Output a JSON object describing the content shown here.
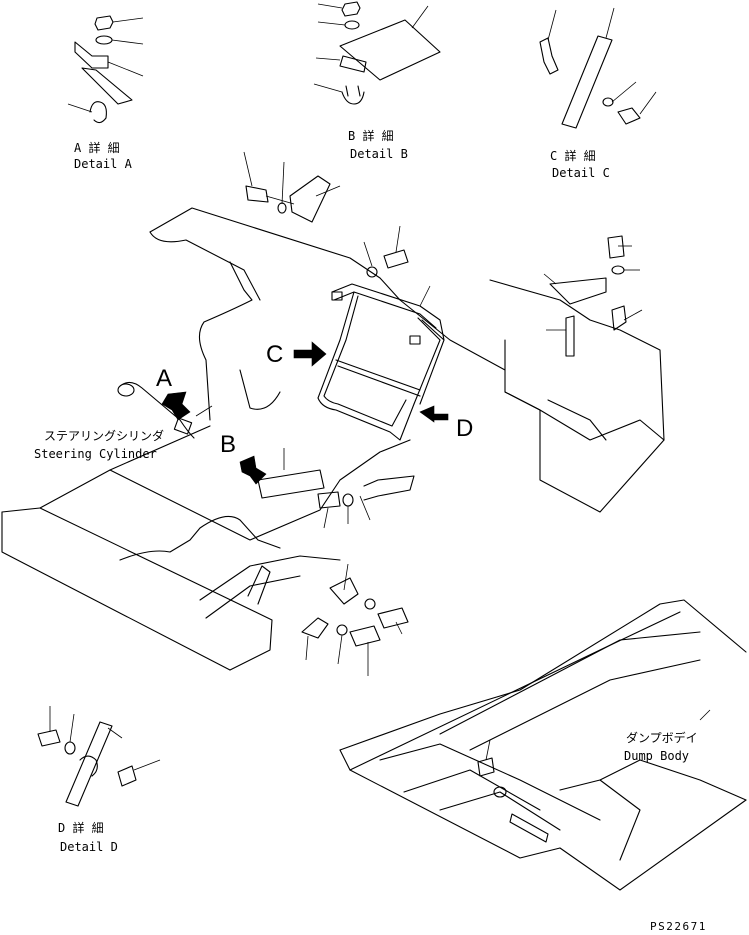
{
  "callouts": {
    "a": "A",
    "b": "B",
    "c": "C",
    "d": "D"
  },
  "details": {
    "a": {
      "jp": "A 詳 細",
      "en": "Detail A"
    },
    "b": {
      "jp": "B 詳 細",
      "en": "Detail B"
    },
    "c": {
      "jp": "C 詳 細",
      "en": "Detail C"
    },
    "d": {
      "jp": "D 詳 細",
      "en": "Detail D"
    }
  },
  "labels": {
    "steering_jp": "ステアリングシリンダ",
    "steering_en": "Steering Cylinder",
    "dump_jp": "ダンプボデイ",
    "dump_en": "Dump Body"
  },
  "drawing_number": "PS22671"
}
